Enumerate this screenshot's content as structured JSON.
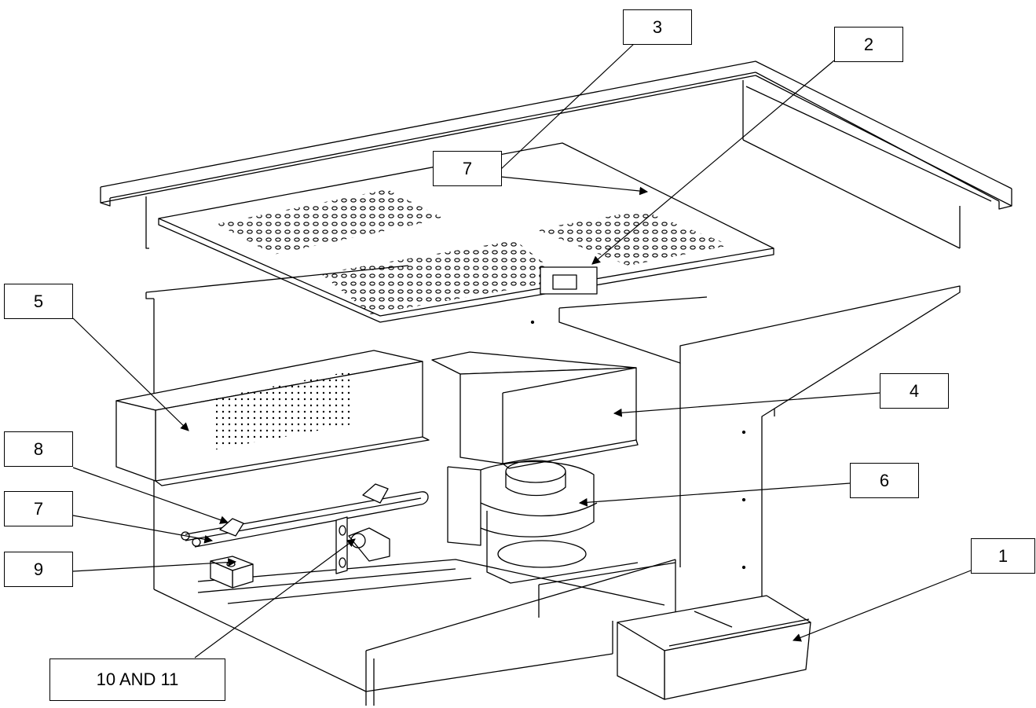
{
  "callouts": {
    "c1": "1",
    "c2": "2",
    "c3": "3",
    "c4": "4",
    "c5": "5",
    "c6": "6",
    "c7_top": "7",
    "c7_left": "7",
    "c8": "8",
    "c9": "9",
    "c10_11": "10 AND 11"
  },
  "colors": {
    "line": "#000000",
    "background": "#ffffff"
  }
}
